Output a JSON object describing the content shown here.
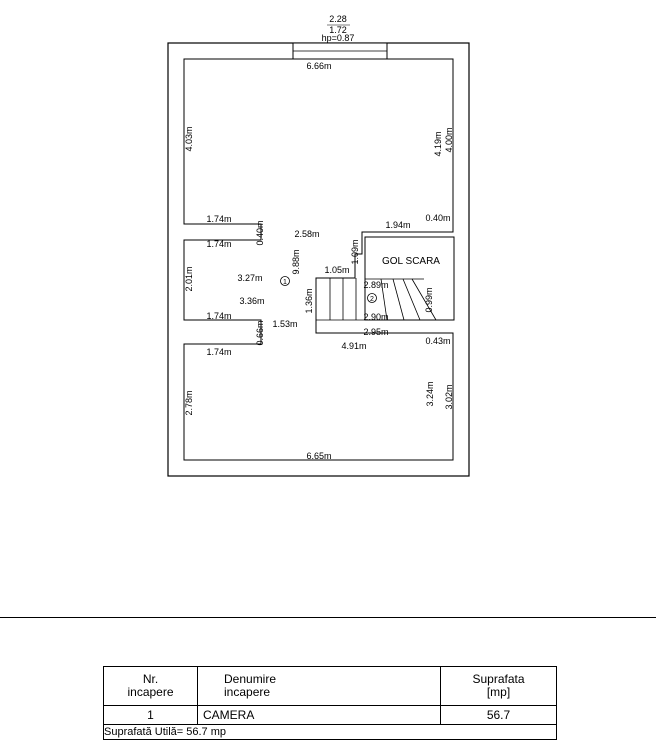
{
  "window": {
    "dims": [
      "2.28",
      "1.72",
      "hp=0.87"
    ]
  },
  "plan": {
    "top_width": "6.66m",
    "left_top_height": "4.03m",
    "right_heights": [
      "4.19m",
      "4.00m"
    ],
    "wing_top": "1.74m",
    "wing_top_depth": "0.40m",
    "wing_top_lower": "1.74m",
    "corridor_width": "2.58m",
    "stair_step_up": "1.94m",
    "stair_step_right": "0.40m",
    "stair_height_1": "1.09m",
    "stair_run": "1.05m",
    "total_depth": "9.88m",
    "hall_width": "3.27m",
    "hall_side": "2.01m",
    "hall_lower": "3.36m",
    "stair_side": "1.36m",
    "gol_label": "GOL SCARA",
    "gol_top": "2.89m",
    "gol_bottom": "2.90m",
    "gol_right": "0.99m",
    "wing_bot": "1.74m",
    "wing_bot_depth": "0.66m",
    "wing_bot_lower": "1.74m",
    "hall_low_width": "1.53m",
    "bot_stair_width": "2.95m",
    "bot_right_small": "0.43m",
    "bot_mid_width": "4.91m",
    "bot_left_height": "2.78m",
    "bot_right_heights": [
      "3.24m",
      "3.02m"
    ],
    "bottom_width": "6.65m",
    "room_marks": [
      "1",
      "2"
    ]
  },
  "table": {
    "headers": {
      "nr": "Nr.\nincapere",
      "name": "Denumire\nincapere",
      "area": "Suprafata\n[mp]"
    },
    "rows": [
      {
        "nr": "1",
        "name": "CAMERA",
        "area": "56.7"
      }
    ],
    "footer": "Suprafată Utilă= 56.7 mp"
  }
}
